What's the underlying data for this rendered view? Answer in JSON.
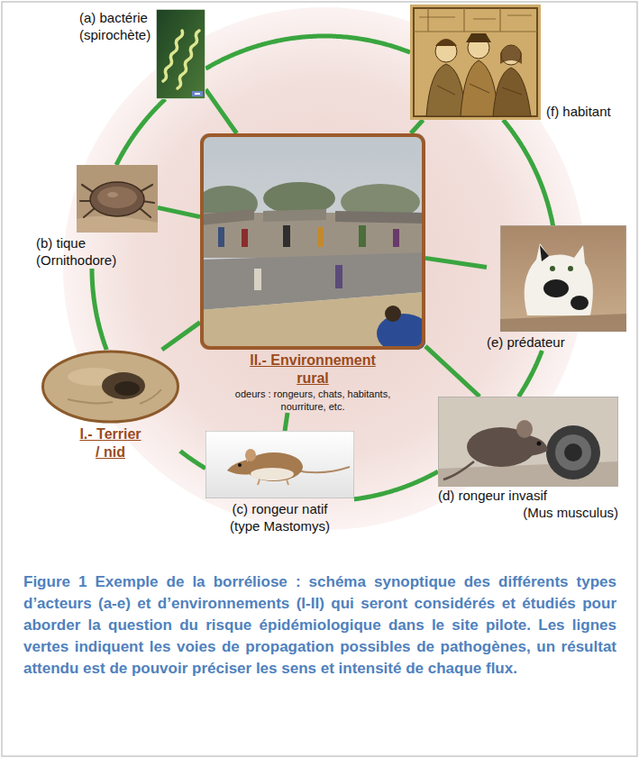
{
  "diagram": {
    "caption": "Figure 1 Exemple de la borréliose : schéma synoptique des différents types d’acteurs (a-e) et d’environnements (I-II) qui seront considérés et étudiés pour aborder la question du risque épidémiologique dans le site pilote. Les lignes vertes indiquent les voies de propagation possibles de pathogènes, un résultat attendu est de pouvoir préciser les sens et intensité de chaque flux.",
    "nodes": [
      {
        "text": [
          "(a) bactérie",
          "(spirochète)"
        ]
      },
      {
        "text": [
          "(f) habitant"
        ]
      },
      {
        "text": [
          "(b) tique",
          "(Ornithodore)"
        ]
      },
      {
        "text": [
          "II.- Environnement rural",
          "odeurs : rongeurs, chats, habitants, nourriture, etc."
        ]
      },
      {
        "text": [
          "(e) prédateur"
        ]
      },
      {
        "text": [
          "I.- Terrier / nid"
        ]
      },
      {
        "text": [
          "(d) rongeur invasif",
          "(Mus musculus)"
        ]
      },
      {
        "text": [
          "(c) rongeur natif",
          "(type Mastomys)"
        ]
      }
    ],
    "edges": [
      {
        "from": 0,
        "to": 1,
        "arrow": "none"
      },
      {
        "from": 1,
        "to": 4,
        "arrow": "none"
      },
      {
        "from": 4,
        "to": 6,
        "arrow": "none"
      },
      {
        "from": 6,
        "to": 7,
        "arrow": "none"
      },
      {
        "from": 7,
        "to": 5,
        "arrow": "none"
      },
      {
        "from": 5,
        "to": 2,
        "arrow": "none"
      },
      {
        "from": 2,
        "to": 0,
        "arrow": "none"
      },
      {
        "from": 3,
        "to": 0,
        "arrow": "none"
      },
      {
        "from": 3,
        "to": 1,
        "arrow": "none"
      },
      {
        "from": 3,
        "to": 2,
        "arrow": "none"
      },
      {
        "from": 3,
        "to": 4,
        "arrow": "none"
      },
      {
        "from": 3,
        "to": 5,
        "arrow": "none"
      },
      {
        "from": 3,
        "to": 6,
        "arrow": "none"
      },
      {
        "from": 3,
        "to": 7,
        "arrow": "none"
      }
    ]
  }
}
